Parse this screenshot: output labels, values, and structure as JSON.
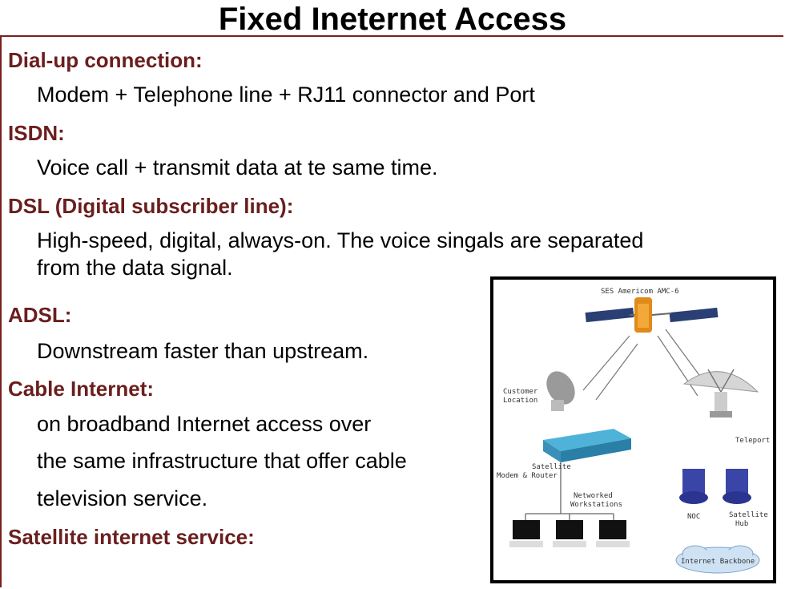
{
  "title": "Fixed Ineternet Access",
  "sections": [
    {
      "heading": "Dial-up connection:",
      "body": [
        "Modem + Telephone line + RJ11 connector and Port"
      ]
    },
    {
      "heading": "ISDN:",
      "body": [
        "Voice call + transmit data at te same time."
      ]
    },
    {
      "heading": "DSL (Digital subscriber line):",
      "body": [
        "High-speed, digital, always-on. The voice singals are separated",
        "from the data signal."
      ]
    },
    {
      "heading": "ADSL:",
      "body": [
        "Downstream faster than upstream."
      ]
    },
    {
      "heading": "Cable Internet:",
      "body": [
        "on broadband Internet access over",
        "the same infrastructure that offer cable",
        "television service."
      ]
    },
    {
      "heading": "Satellite internet service:",
      "body": []
    }
  ],
  "diagram": {
    "satellite": "SES Americom AMC-6",
    "customer_location": [
      "Customer",
      "Location"
    ],
    "modem_router": [
      "Satellite",
      "Modem & Router"
    ],
    "workstations": [
      "Networked",
      "Workstations"
    ],
    "teleport": "Teleport",
    "noc": "NOC",
    "hub": [
      "Satellite",
      "Hub"
    ],
    "backbone": "Internet Backbone"
  }
}
